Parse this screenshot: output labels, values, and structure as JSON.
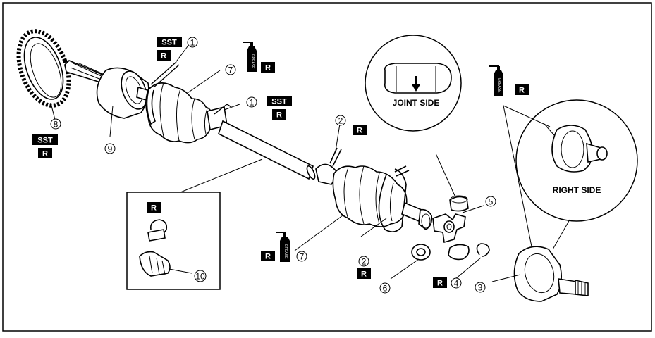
{
  "labels": {
    "sst": "SST",
    "r": "R",
    "grease": "GREASE"
  },
  "captions": {
    "joint_side": "JOINT SIDE",
    "right_side": "RIGHT SIDE"
  },
  "parts": {
    "p1a": "1",
    "p1b": "1",
    "p2a": "2",
    "p2b": "2",
    "p3": "3",
    "p4": "4",
    "p5": "5",
    "p6": "6",
    "p7a": "7",
    "p7b": "7",
    "p8": "8",
    "p9": "9",
    "p10": "10"
  },
  "icons": [
    "grease-tube-icon",
    "arrow-down-icon"
  ]
}
